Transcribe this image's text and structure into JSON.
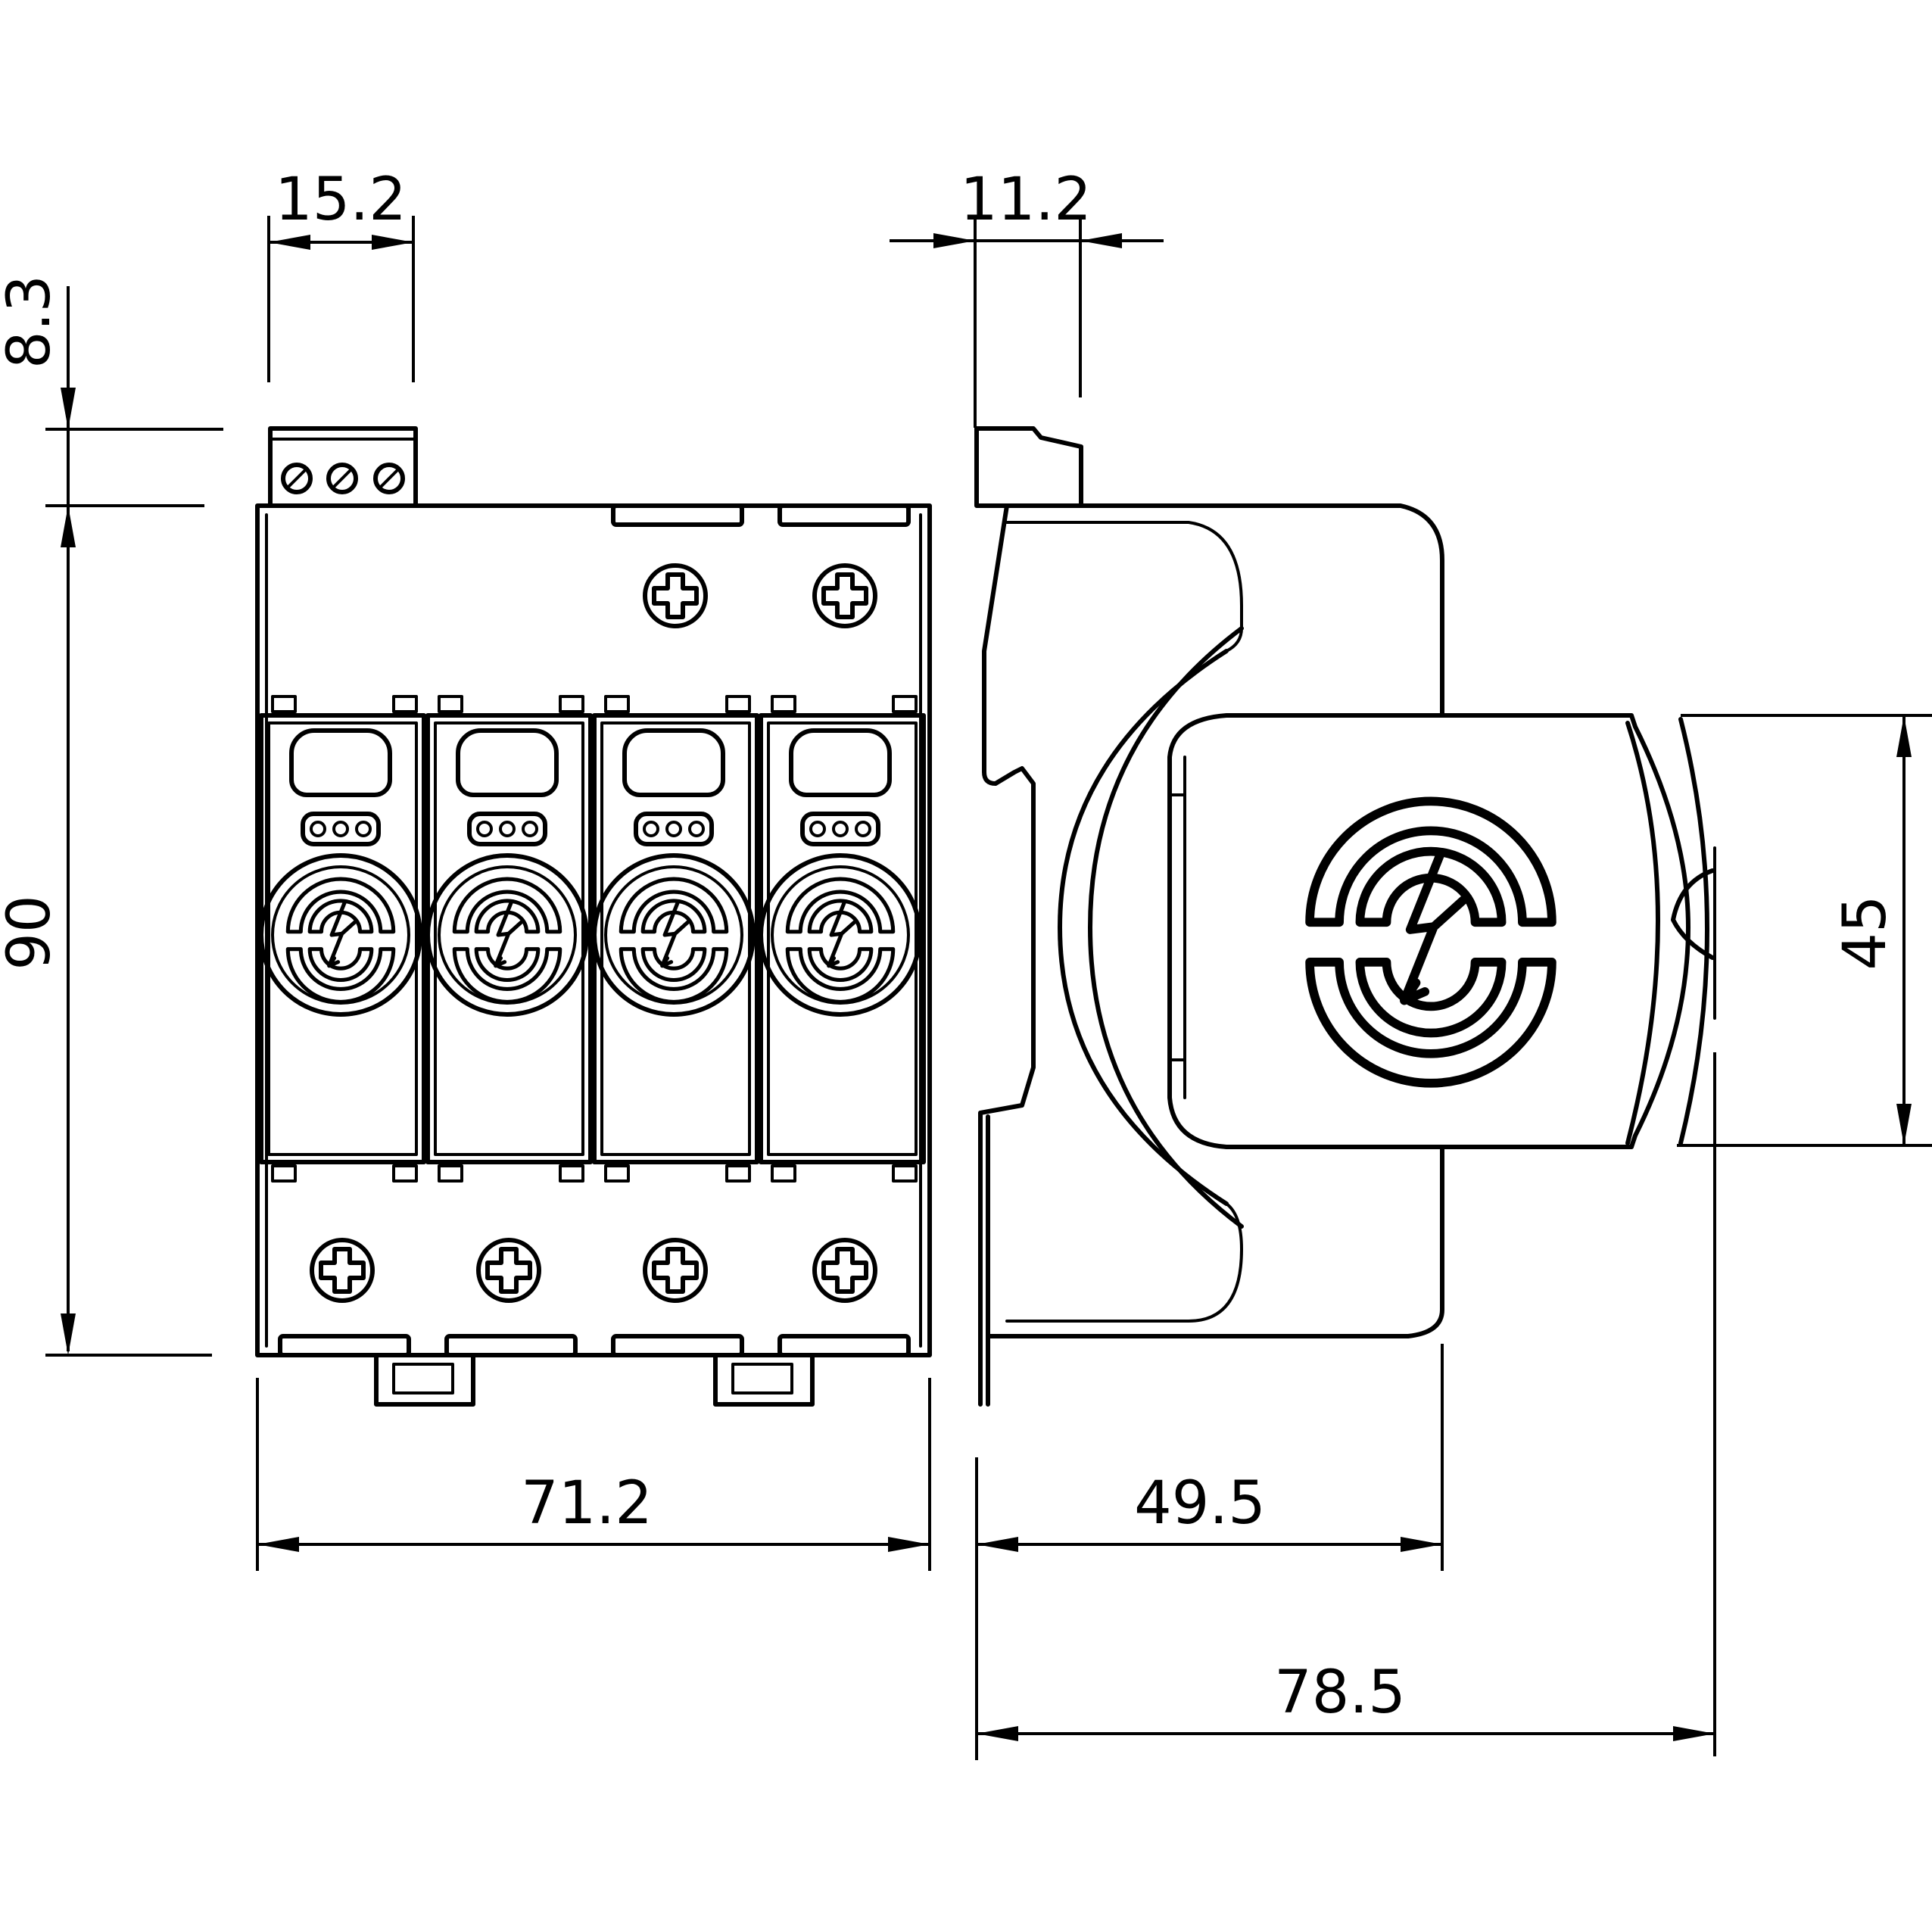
{
  "dimensions": {
    "terminal_width": "15.2",
    "terminal_height": "8.3",
    "rail_clip": "11.2",
    "height": "90",
    "width": "71.2",
    "depth_base": "49.5",
    "depth_total": "78.5",
    "front_height": "45"
  }
}
